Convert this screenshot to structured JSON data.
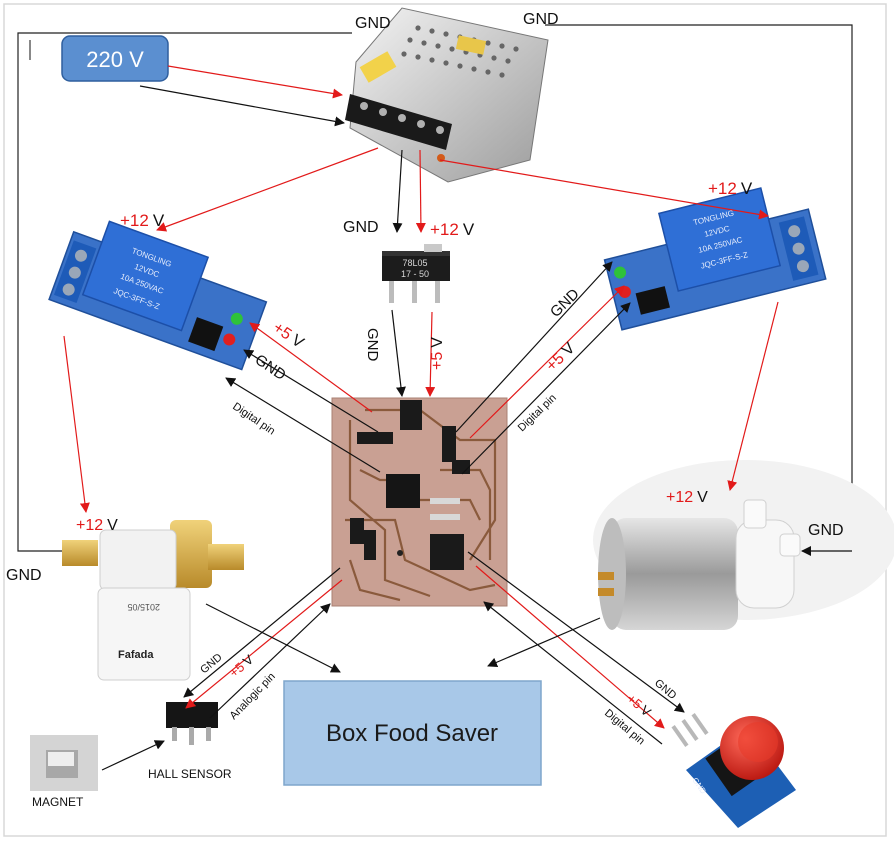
{
  "title": "Box Food Saver",
  "source_label": "220 V",
  "labels": {
    "gnd": "GND",
    "plus12": "+12",
    "plus5": "+5",
    "volt": "V",
    "digital_pin": "Digital pin",
    "analogic_pin": "Analogic pin",
    "hall_sensor": "HALL SENSOR",
    "magnet": "MAGNET",
    "valve_brand": "Fafada",
    "valve_date": "2015/05",
    "relay_brand": "TONGLING",
    "relay_model": "JQC-3FF-S-Z",
    "relay_spec": "10A 250VAC",
    "relay_voltage": "12VDC",
    "regulator_line1": "78L05",
    "regulator_line2": "17 - 50",
    "button_label": "GND"
  },
  "colors": {
    "red_wire": "#e21a1a",
    "black_wire": "#111111",
    "title_box": "#a8c8e8",
    "source_box": "#5b8fd0",
    "relay_blue": "#2f6fd6",
    "pcb": "#c9a093"
  }
}
